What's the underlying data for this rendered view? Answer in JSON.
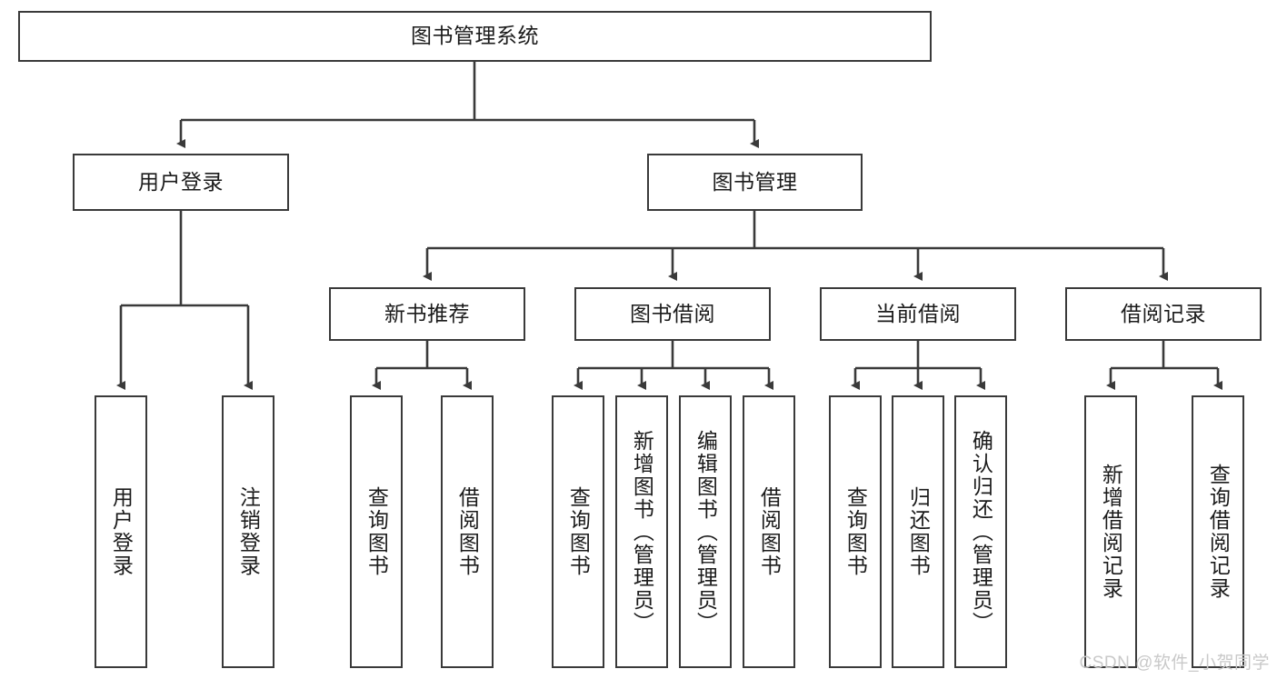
{
  "diagram": {
    "title": "图书管理系统",
    "watermark": "CSDN @软件_小贺同学",
    "colors": {
      "stroke": "#3a3a3a",
      "fill": "#ffffff",
      "text": "#1b1b1b",
      "watermark": "#c9c9c9"
    },
    "levels": {
      "root": {
        "label": "图书管理系统"
      },
      "level2": [
        {
          "label": "用户登录"
        },
        {
          "label": "图书管理"
        }
      ],
      "level3": [
        {
          "label": "新书推荐"
        },
        {
          "label": "图书借阅"
        },
        {
          "label": "当前借阅"
        },
        {
          "label": "借阅记录"
        }
      ]
    },
    "leaves": {
      "user_login": [
        {
          "label": "用户登录"
        },
        {
          "label": "注销登录"
        }
      ],
      "new_book_recommend": [
        {
          "label": "查询图书"
        },
        {
          "label": "借阅图书"
        }
      ],
      "book_borrow": [
        {
          "label": "查询图书"
        },
        {
          "label": "新增图书（管理员）"
        },
        {
          "label": "编辑图书（管理员）"
        },
        {
          "label": "借阅图书"
        }
      ],
      "current_borrow": [
        {
          "label": "查询图书"
        },
        {
          "label": "归还图书"
        },
        {
          "label": "确认归还（管理员）"
        }
      ],
      "borrow_record": [
        {
          "label": "新增借阅记录"
        },
        {
          "label": "查询借阅记录"
        }
      ]
    }
  }
}
